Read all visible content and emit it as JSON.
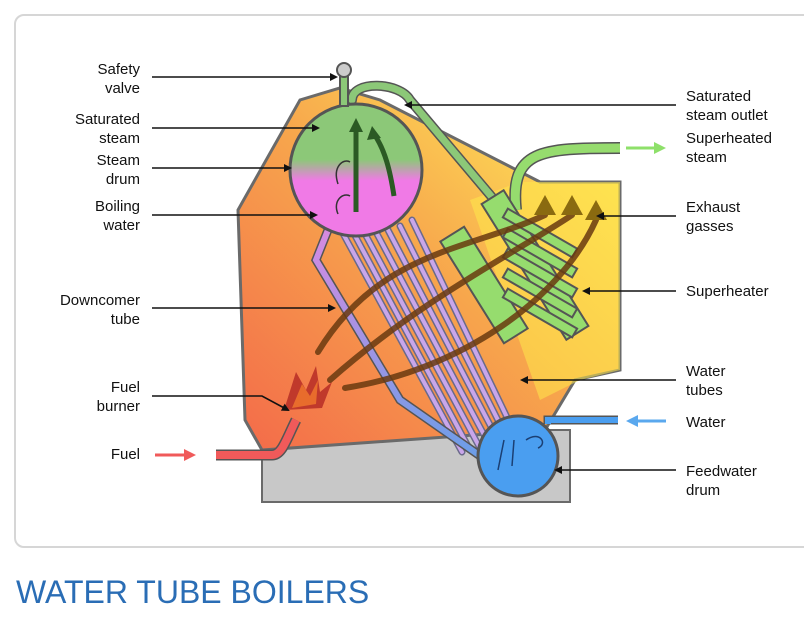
{
  "diagram": {
    "labels": {
      "safety_valve": "Safety\nvalve",
      "saturated_steam": "Saturated\nsteam",
      "steam_drum": "Steam\ndrum",
      "boiling_water": "Boiling\nwater",
      "downcomer_tube": "Downcomer\ntube",
      "fuel_burner": "Fuel\nburner",
      "fuel": "Fuel",
      "saturated_steam_outlet": "Saturated\nsteam outlet",
      "superheated_steam": "Superheated\nsteam",
      "exhaust_gasses": "Exhaust\ngasses",
      "superheater": "Superheater",
      "water_tubes": "Water\ntubes",
      "water": "Water",
      "feedwater_drum": "Feedwater\ndrum"
    },
    "colors": {
      "steam": "#8cc878",
      "boiling_water": "#f07ae6",
      "feedwater": "#4a9ef0",
      "superheater": "#96dc6e",
      "fuel": "#f05a5a",
      "water_arrow": "#5aa8ee",
      "steam_arrow": "#8ee06a",
      "flue_arrow": "#6a3a10",
      "title": "#2a6db5"
    }
  },
  "caption": "WATER TUBE BOILERS"
}
